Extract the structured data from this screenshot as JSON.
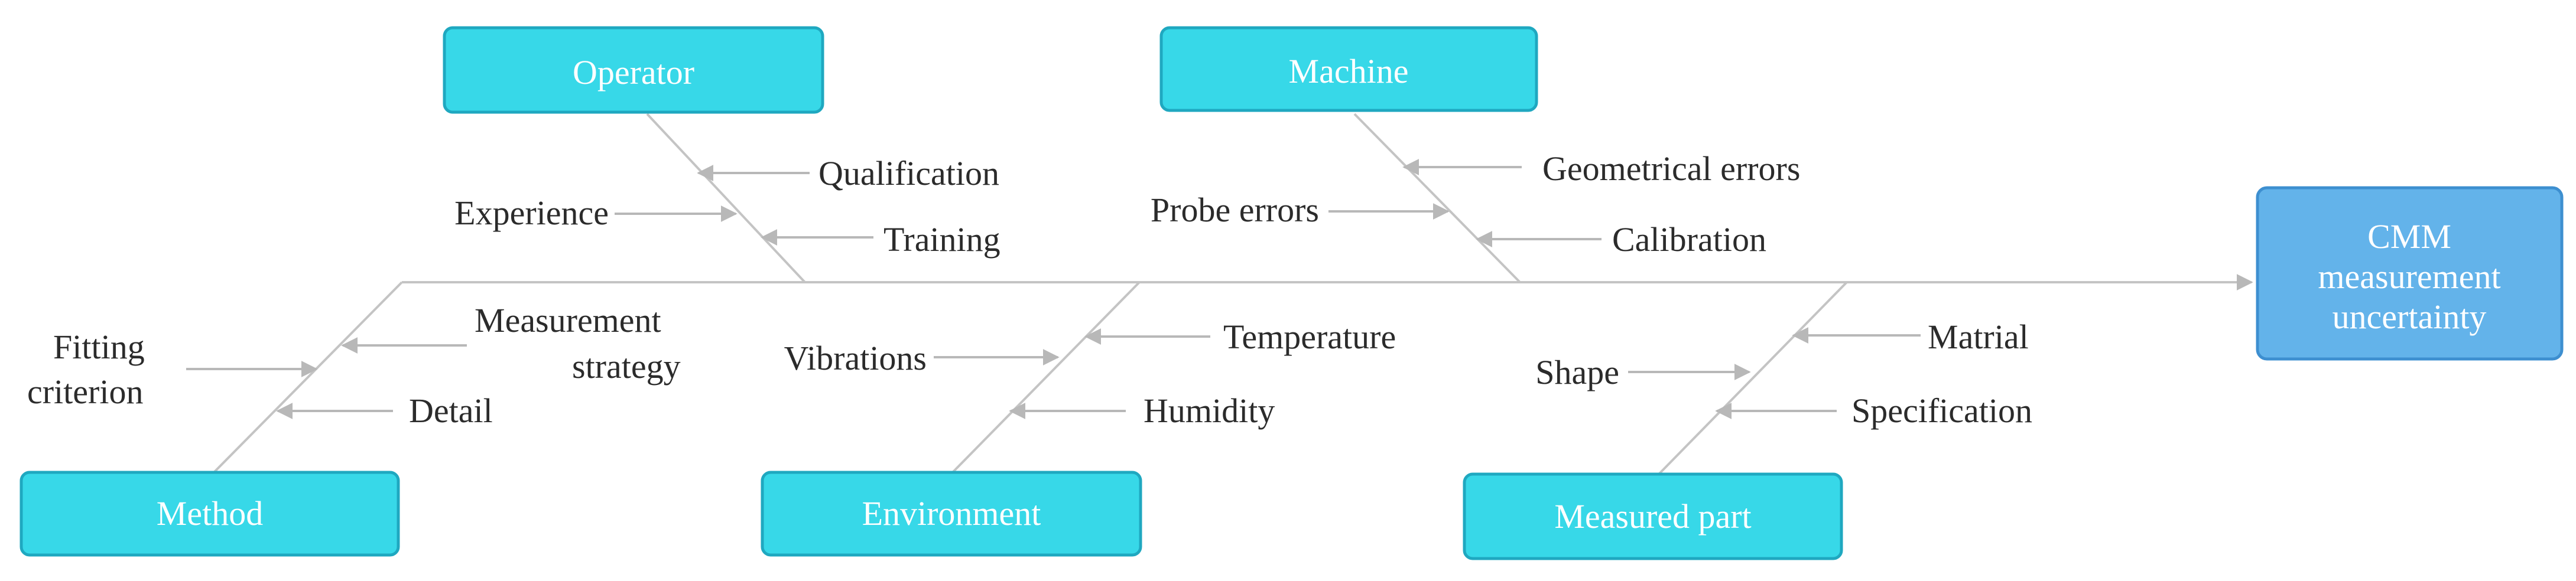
{
  "effect": {
    "line1": "CMM",
    "line2": "measurement",
    "line3": "uncertainty"
  },
  "categories": {
    "operator": "Operator",
    "machine": "Machine",
    "method": "Method",
    "environment": "Environment",
    "measured_part": "Measured part"
  },
  "causes": {
    "operator": {
      "qualification": "Qualification",
      "experience": "Experience",
      "training": "Training"
    },
    "machine": {
      "geometrical_errors": "Geometrical errors",
      "probe_errors": "Probe errors",
      "calibration": "Calibration"
    },
    "method": {
      "fitting_line1": "Fitting",
      "fitting_line2": "criterion",
      "strategy_line1": "Measurement",
      "strategy_line2": "strategy",
      "detail": "Detail"
    },
    "environment": {
      "vibrations": "Vibrations",
      "temperature": "Temperature",
      "humidity": "Humidity"
    },
    "measured_part": {
      "shape": "Shape",
      "material": "Matrial",
      "specification": "Specification"
    }
  },
  "colors": {
    "category_box": "#37d8e8",
    "effect_box": "#63b3ea",
    "lines": "#c4c4c4"
  }
}
